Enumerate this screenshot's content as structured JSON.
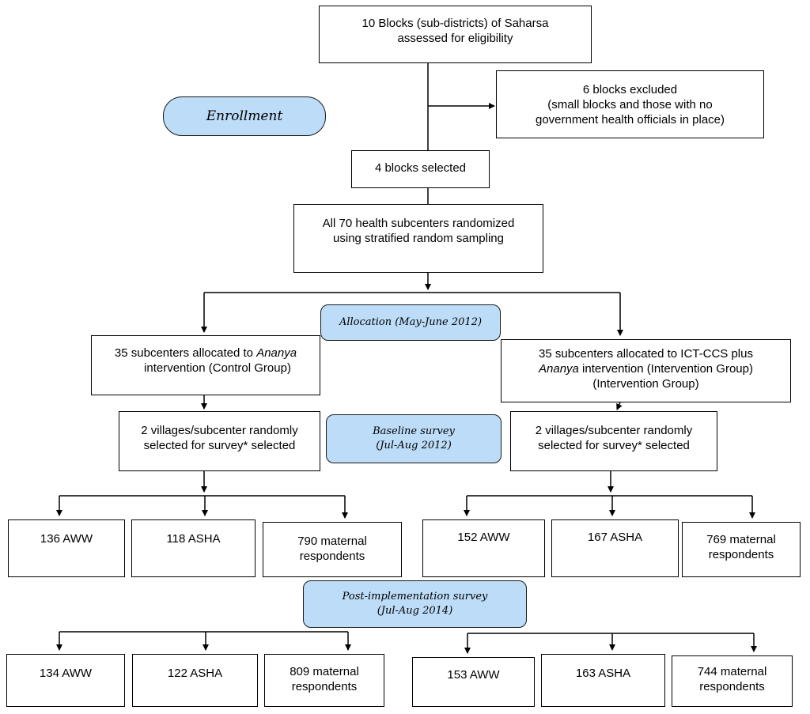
{
  "boxes": {
    "assessed": [
      "10 Blocks (sub-districts) of Saharsa",
      "assessed for eligibility"
    ],
    "excluded": [
      "6 blocks excluded",
      "(small blocks and those with no",
      "government health officials in place)"
    ],
    "selected": [
      "4 blocks selected"
    ],
    "randomized": [
      "All 70 health subcenters randomized",
      "using stratified random sampling"
    ],
    "control_alloc": {
      "l1": "35 subcenters allocated to ",
      "l1_italic": "Ananya",
      "l2": "intervention (Control Group)"
    },
    "interv_alloc": {
      "l1": "35 subcenters allocated to ICT-CCS plus",
      "l2_italic": "Ananya",
      "l2": " intervention (Intervention Group)",
      "l3": "(Intervention Group)"
    },
    "control_villages": [
      "2 villages/subcenter randomly",
      "selected for survey* selected"
    ],
    "interv_villages": [
      "2 villages/subcenter randomly",
      "selected for survey* selected"
    ],
    "baseline_control": [
      "136 AWW",
      "118 ASHA",
      "790 maternal",
      "respondents"
    ],
    "baseline_interv": [
      "152 AWW",
      "167 ASHA",
      "769 maternal",
      "respondents"
    ],
    "post_control": [
      "134 AWW",
      "122 ASHA",
      "809 maternal",
      "respondents"
    ],
    "post_interv": [
      "153 AWW",
      "163 ASHA",
      "744 maternal",
      "respondents"
    ]
  },
  "labels": {
    "enrollment": "Enrollment",
    "allocation": "Allocation (May-June 2012)",
    "baseline": [
      "Baseline survey",
      "(Jul-Aug 2012)"
    ],
    "post": [
      "Post-implementation survey",
      "(Jul-Aug 2014)"
    ]
  }
}
